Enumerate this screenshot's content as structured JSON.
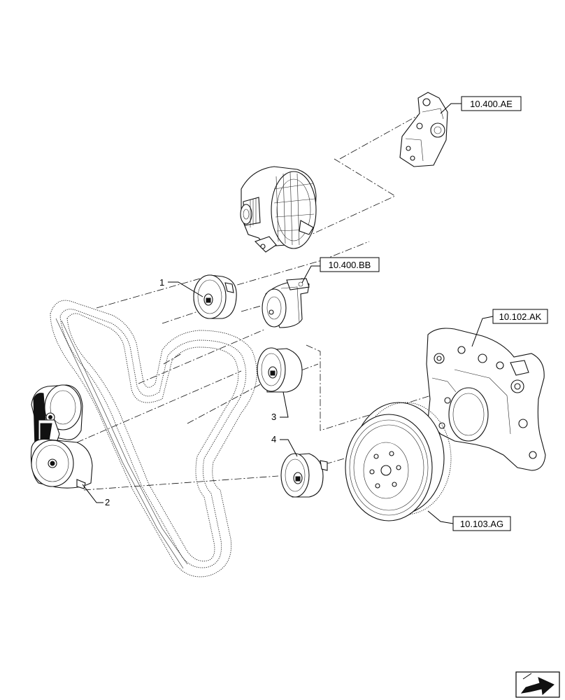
{
  "diagram": {
    "references": [
      {
        "id": "ref-10-400-ae",
        "label": "10.400.AE"
      },
      {
        "id": "ref-10-400-bb",
        "label": "10.400.BB"
      },
      {
        "id": "ref-10-102-ak",
        "label": "10.102.AK"
      },
      {
        "id": "ref-10-103-ag",
        "label": "10.103.AG"
      }
    ],
    "callouts": [
      {
        "id": "callout-1",
        "label": "1"
      },
      {
        "id": "callout-2",
        "label": "2"
      },
      {
        "id": "callout-3",
        "label": "3"
      },
      {
        "id": "callout-4",
        "label": "4"
      }
    ],
    "nav_icon": "next-page-arrow-icon"
  }
}
